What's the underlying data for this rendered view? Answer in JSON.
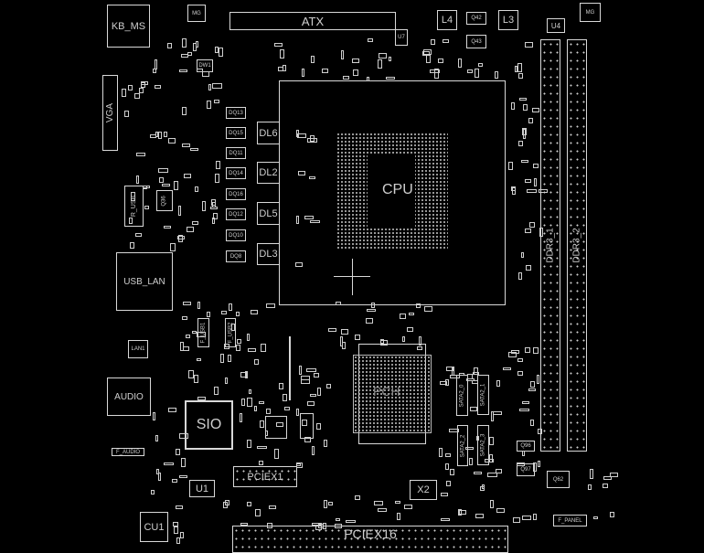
{
  "connectors": {
    "kb_ms": "KB_MS",
    "atx": "ATX",
    "vga": "VGA",
    "r_usb": "R_USB",
    "usb_lan": "USB_LAN",
    "audio": "AUDIO",
    "f_audio": "F_AUDIO",
    "pciex1": "PCIEX1",
    "pciex16": "PCIEX16",
    "f_panel": "F_PANEL",
    "f_usb1": "F_USB1",
    "f_usb2": "F_USB2",
    "ddr3_1": "DDR3_1",
    "ddr3_2": "DDR3_2",
    "sata2_0": "SATA2_0",
    "sata2_1": "SATA2_1",
    "sata2_2": "SATA2_2",
    "sata2_3": "SATA2_3"
  },
  "chips": {
    "cpu": "CPU",
    "pch": "PCH",
    "sio": "SIO",
    "u1": "U1",
    "cu1": "CU1",
    "x2": "X2",
    "l4": "L4",
    "l3": "L3",
    "u4": "U4",
    "u7": "U7",
    "q42": "Q42",
    "q43": "Q43",
    "q96": "Q96",
    "q97": "Q97",
    "q62": "Q62",
    "q36": "Q36",
    "lan1": "LAN1",
    "dw1": "DW1",
    "mg": "MG"
  },
  "inductors": [
    "DL6",
    "DL2",
    "DL5",
    "DL3"
  ],
  "mosfets": [
    "DQ13",
    "DQ15",
    "DQ11",
    "DQ14",
    "DQ16",
    "DQ12",
    "DQ10",
    "DQ8"
  ],
  "colors": {
    "background": "#000000",
    "outline": "#d8d8d8"
  }
}
